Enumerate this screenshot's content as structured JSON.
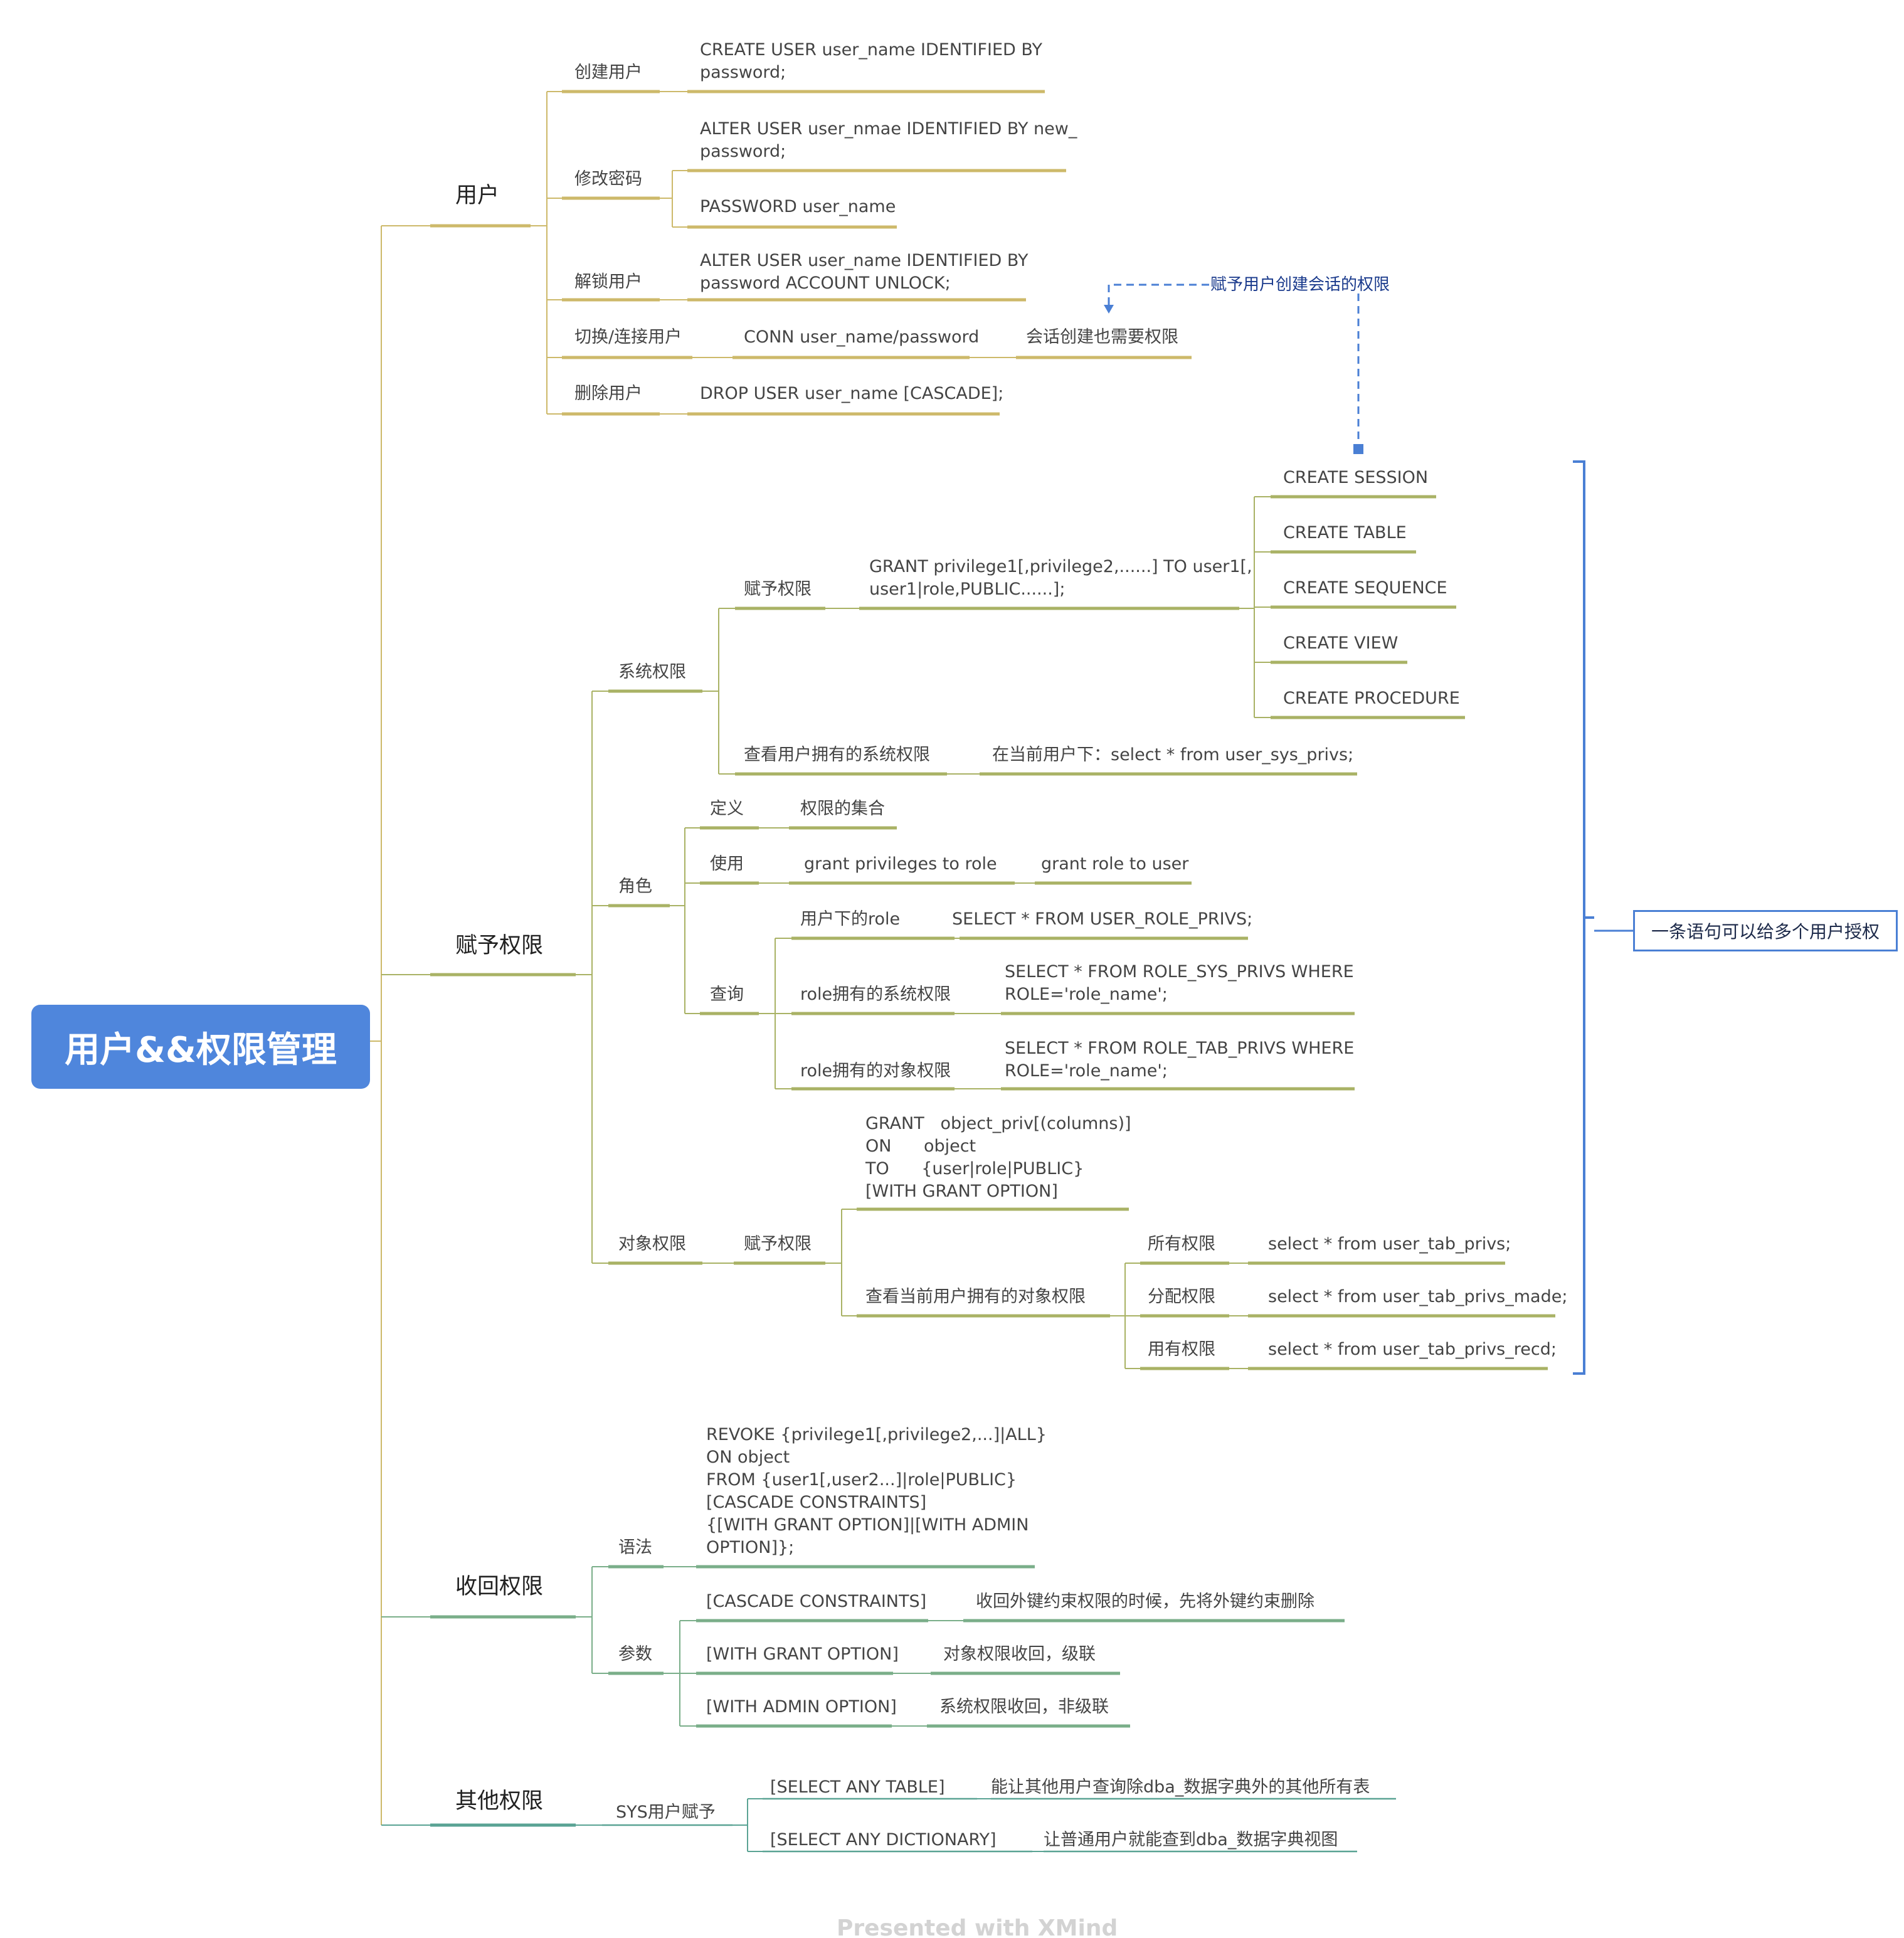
{
  "title": "用户&&权限管理",
  "summary": "一条语句可以给多个用户授权",
  "session_note": "赋予用户创建会话的权限",
  "footer": "Presented with XMind",
  "colors": {
    "root": "#4f86dc",
    "user_branch": "#cdb96a",
    "grant_branch": "#a9b265",
    "revoke_branch": "#7aae89",
    "other_branch": "#5aa394",
    "note_line": "#4a7fd4"
  },
  "branches": {
    "user": {
      "label": "用户",
      "create": {
        "label": "创建用户",
        "sql": "CREATE USER user_name IDENTIFIED BY\npassword;"
      },
      "passwd": {
        "label": "修改密码",
        "sql1": "ALTER USER user_nmae IDENTIFIED BY new_\npassword;",
        "sql2": "PASSWORD user_name"
      },
      "unlock": {
        "label": "解锁用户",
        "sql": "ALTER USER user_name IDENTIFIED BY\npassword ACCOUNT UNLOCK;"
      },
      "connect": {
        "label": "切换/连接用户",
        "sql": "CONN user_name/password",
        "note": "会话创建也需要权限"
      },
      "drop": {
        "label": "删除用户",
        "sql": "DROP USER user_name [CASCADE];"
      }
    },
    "grant": {
      "label": "赋予权限",
      "sys": {
        "label": "系统权限",
        "grant_label": "赋予权限",
        "grant_sql": "GRANT privilege1[,privilege2,......] TO user1[,\nuser1|role,PUBLIC......];",
        "privs": [
          "CREATE SESSION",
          "CREATE TABLE",
          "CREATE SEQUENCE",
          "CREATE VIEW",
          "CREATE PROCEDURE"
        ],
        "view_label": "查看用户拥有的系统权限",
        "view_sql": "在当前用户下：select * from user_sys_privs;"
      },
      "role": {
        "label": "角色",
        "def_label": "定义",
        "def_value": "权限的集合",
        "use_label": "使用",
        "use_step1": "grant privileges to role",
        "use_step2": "grant role to user",
        "query_label": "查询",
        "q1_label": "用户下的role",
        "q1_sql": "SELECT * FROM USER_ROLE_PRIVS;",
        "q2_label": "role拥有的系统权限",
        "q2_sql": "SELECT * FROM ROLE_SYS_PRIVS WHERE\nROLE='role_name';",
        "q3_label": "role拥有的对象权限",
        "q3_sql": "SELECT * FROM ROLE_TAB_PRIVS WHERE\nROLE='role_name';"
      },
      "obj": {
        "label": "对象权限",
        "grant_label": "赋予权限",
        "grant_sql": "GRANT   object_priv[(columns)]\nON      object\nTO      {user|role|PUBLIC}\n[WITH GRANT OPTION]",
        "view_label": "查看当前用户拥有的对象权限",
        "v1_label": "所有权限",
        "v1_sql": "select * from user_tab_privs;",
        "v2_label": "分配权限",
        "v2_sql": "select * from user_tab_privs_made;",
        "v3_label": "用有权限",
        "v3_sql": "select * from user_tab_privs_recd;"
      }
    },
    "revoke": {
      "label": "收回权限",
      "syntax_label": "语法",
      "syntax_sql": "REVOKE {privilege1[,privilege2,...]|ALL}\nON object\nFROM {user1[,user2...]|role|PUBLIC}\n[CASCADE CONSTRAINTS]\n{[WITH GRANT OPTION]|[WITH ADMIN\nOPTION]};",
      "params_label": "参数",
      "p1": "[CASCADE CONSTRAINTS]",
      "p1_desc": "收回外键约束权限的时候，先将外键约束删除",
      "p2": "[WITH GRANT OPTION]",
      "p2_desc": "对象权限收回，级联",
      "p3": "[WITH ADMIN OPTION]",
      "p3_desc": "系统权限收回，非级联"
    },
    "other": {
      "label": "其他权限",
      "sys_label": "SYS用户赋予",
      "o1": "[SELECT ANY TABLE]",
      "o1_desc": "能让其他用户查询除dba_数据字典外的其他所有表",
      "o2": "[SELECT ANY DICTIONARY]",
      "o2_desc": "让普通用户就能查到dba_数据字典视图"
    }
  }
}
